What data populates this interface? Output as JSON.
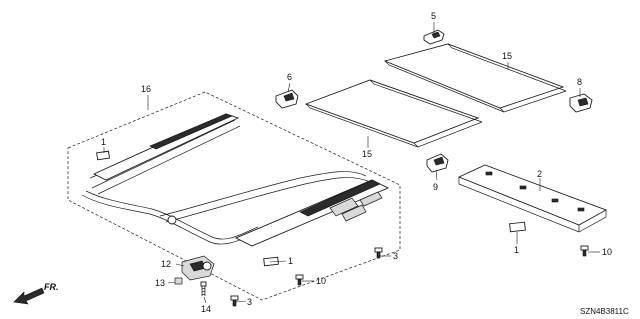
{
  "diagram": {
    "callouts": {
      "c1a": "1",
      "c1b": "1",
      "c1c": "1",
      "c2": "2",
      "c3a": "3",
      "c3b": "3",
      "c5": "5",
      "c6": "6",
      "c8": "8",
      "c9": "9",
      "c10a": "10",
      "c10b": "10",
      "c12": "12",
      "c13": "13",
      "c14": "14",
      "c15a": "15",
      "c15b": "15",
      "c16": "16"
    },
    "front_label": "FR.",
    "diagram_code": "SZN4B3811C"
  }
}
